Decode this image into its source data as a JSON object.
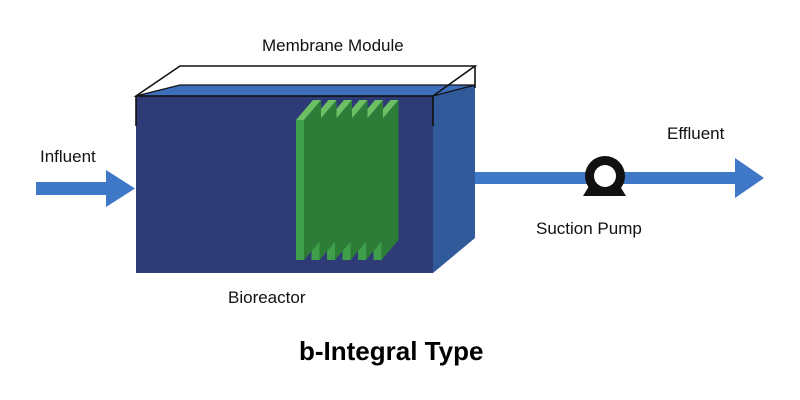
{
  "labels": {
    "membrane_module": "Membrane Module",
    "influent": "Influent",
    "effluent": "Effluent",
    "suction_pump": "Suction Pump",
    "bioreactor": "Bioreactor"
  },
  "caption": "b-Integral Type",
  "colors": {
    "tank_front": "#2e3b76",
    "tank_side": "#305a9a",
    "water_surface": "#3e6fbd",
    "flow_arrow": "#3f78c6",
    "membrane_green": "#3e9e49",
    "membrane_light": "#6cc063",
    "membrane_dark": "#2d7c38",
    "pump": "#111111",
    "outline": "#111111"
  },
  "membrane_plate_count": 6
}
